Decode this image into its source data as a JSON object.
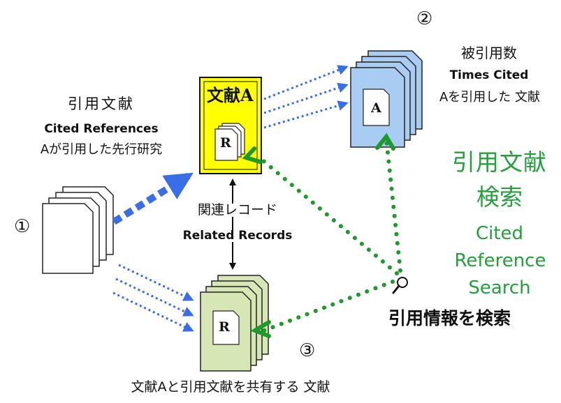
{
  "colors": {
    "blue_arrow": "#3a6ee8",
    "green_dots": "#1e9a2c",
    "green_text": "#22a03a",
    "doc_a_fill": "#ffff00",
    "times_cited_fill": "#a9cdf2",
    "related_fill": "#d6e6b4",
    "cited_refs_fill": "#ffffff"
  },
  "labels": {
    "num1": "①",
    "num2": "②",
    "num3": "③",
    "cited_refs_jp": "引用文献",
    "cited_refs_en": "Cited References",
    "cited_refs_desc": "Aが引用した先行研究",
    "doc_a_title": "文献A",
    "doc_r_letter": "R",
    "doc_a_letter": "A",
    "times_cited_jp": "被引用数",
    "times_cited_en": "Times Cited",
    "times_cited_desc": "Aを引用した 文献",
    "related_jp": "関連レコード",
    "related_en": "Related Records",
    "crs_jp_1": "引用文献",
    "crs_jp_2": "検索",
    "crs_en_1": "Cited",
    "crs_en_2": "Reference",
    "crs_en_3": "Search",
    "search_citation": "引用情報を検索",
    "shared_refs": "文献Aと引用文献を共有する 文献"
  },
  "icons": {
    "magnifier": "search-icon"
  }
}
